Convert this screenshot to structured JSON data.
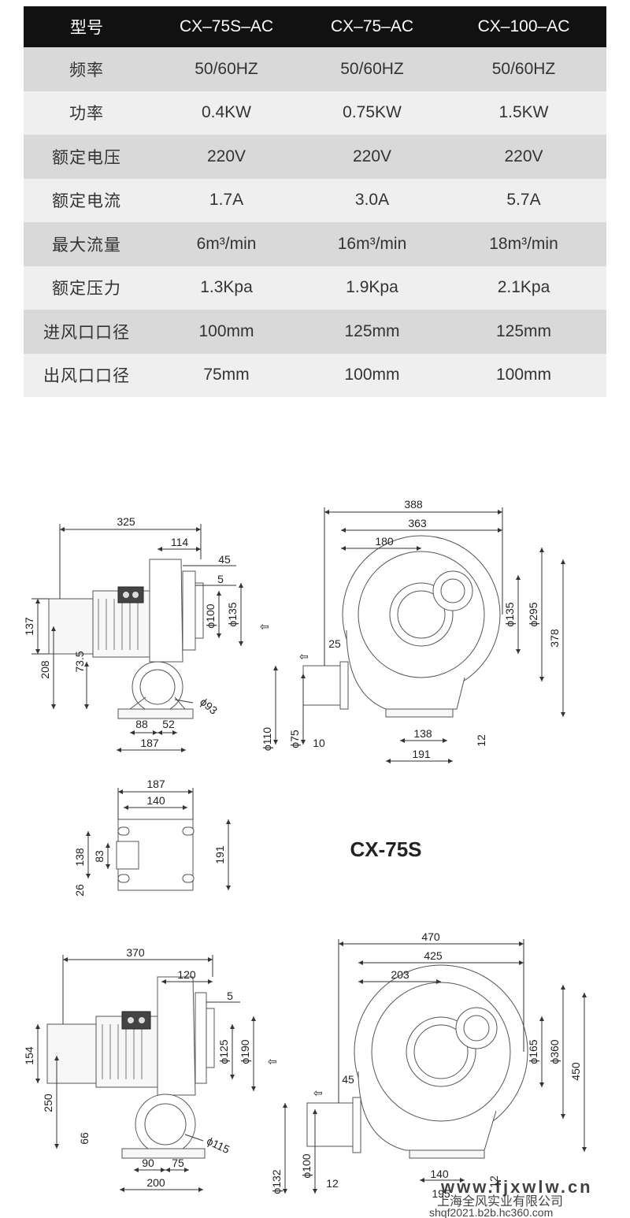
{
  "table": {
    "headers": [
      "型号",
      "CX–75S–AC",
      "CX–75–AC",
      "CX–100–AC"
    ],
    "rows": [
      [
        "频率",
        "50/60HZ",
        "50/60HZ",
        "50/60HZ"
      ],
      [
        "功率",
        "0.4KW",
        "0.75KW",
        "1.5KW"
      ],
      [
        "额定电压",
        "220V",
        "220V",
        "220V"
      ],
      [
        "额定电流",
        "1.7A",
        "3.0A",
        "5.7A"
      ],
      [
        "最大流量",
        "6m³/min",
        "16m³/min",
        "18m³/min"
      ],
      [
        "额定压力",
        "1.3Kpa",
        "1.9Kpa",
        "2.1Kpa"
      ],
      [
        "进风口口径",
        "100mm",
        "125mm",
        "125mm"
      ],
      [
        "出风口口径",
        "75mm",
        "100mm",
        "100mm"
      ]
    ]
  },
  "model_label": "CX-75S",
  "dims_top": {
    "side": [
      "325",
      "114",
      "45",
      "5",
      "137",
      "ϕ100",
      "ϕ135",
      "208",
      "73.5",
      "ϕ93",
      "88",
      "52",
      "187"
    ],
    "front": [
      "388",
      "363",
      "180",
      "25",
      "ϕ135",
      "ϕ295",
      "378",
      "ϕ110",
      "ϕ75",
      "10",
      "138",
      "191",
      "12"
    ],
    "base": [
      "187",
      "140",
      "138",
      "83",
      "26",
      "191"
    ]
  },
  "dims_bottom": {
    "side": [
      "370",
      "120",
      "5",
      "154",
      "ϕ125",
      "ϕ190",
      "250",
      "66",
      "ϕ115",
      "90",
      "75",
      "200"
    ],
    "front": [
      "470",
      "425",
      "203",
      "45",
      "ϕ165",
      "ϕ360",
      "450",
      "ϕ132",
      "ϕ100",
      "12",
      "140",
      "195",
      "12"
    ]
  },
  "watermark": {
    "site": "www.fjxwlw.cn",
    "company": "上海全风实业有限公司",
    "url": "shqf2021.b2b.hc360.com"
  }
}
